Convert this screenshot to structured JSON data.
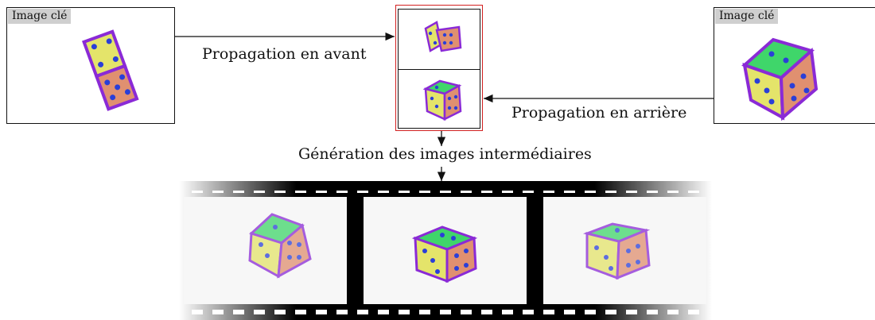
{
  "diagram": {
    "keyframe_left": {
      "label": "Image clé"
    },
    "keyframe_right": {
      "label": "Image clé"
    },
    "forward_label": "Propagation en avant",
    "backward_label": "Propagation en arrière",
    "generation_label": "Génération des images intermédiaires",
    "colors": {
      "highlight_border": "#d22020",
      "die_yellow": "#e4e46a",
      "die_orange": "#e09070",
      "die_green": "#3fd66a",
      "die_outline": "#8a2ad6",
      "pip": "#2a3fd8",
      "film": "#000000",
      "label_bg": "#cfcfcf"
    }
  }
}
